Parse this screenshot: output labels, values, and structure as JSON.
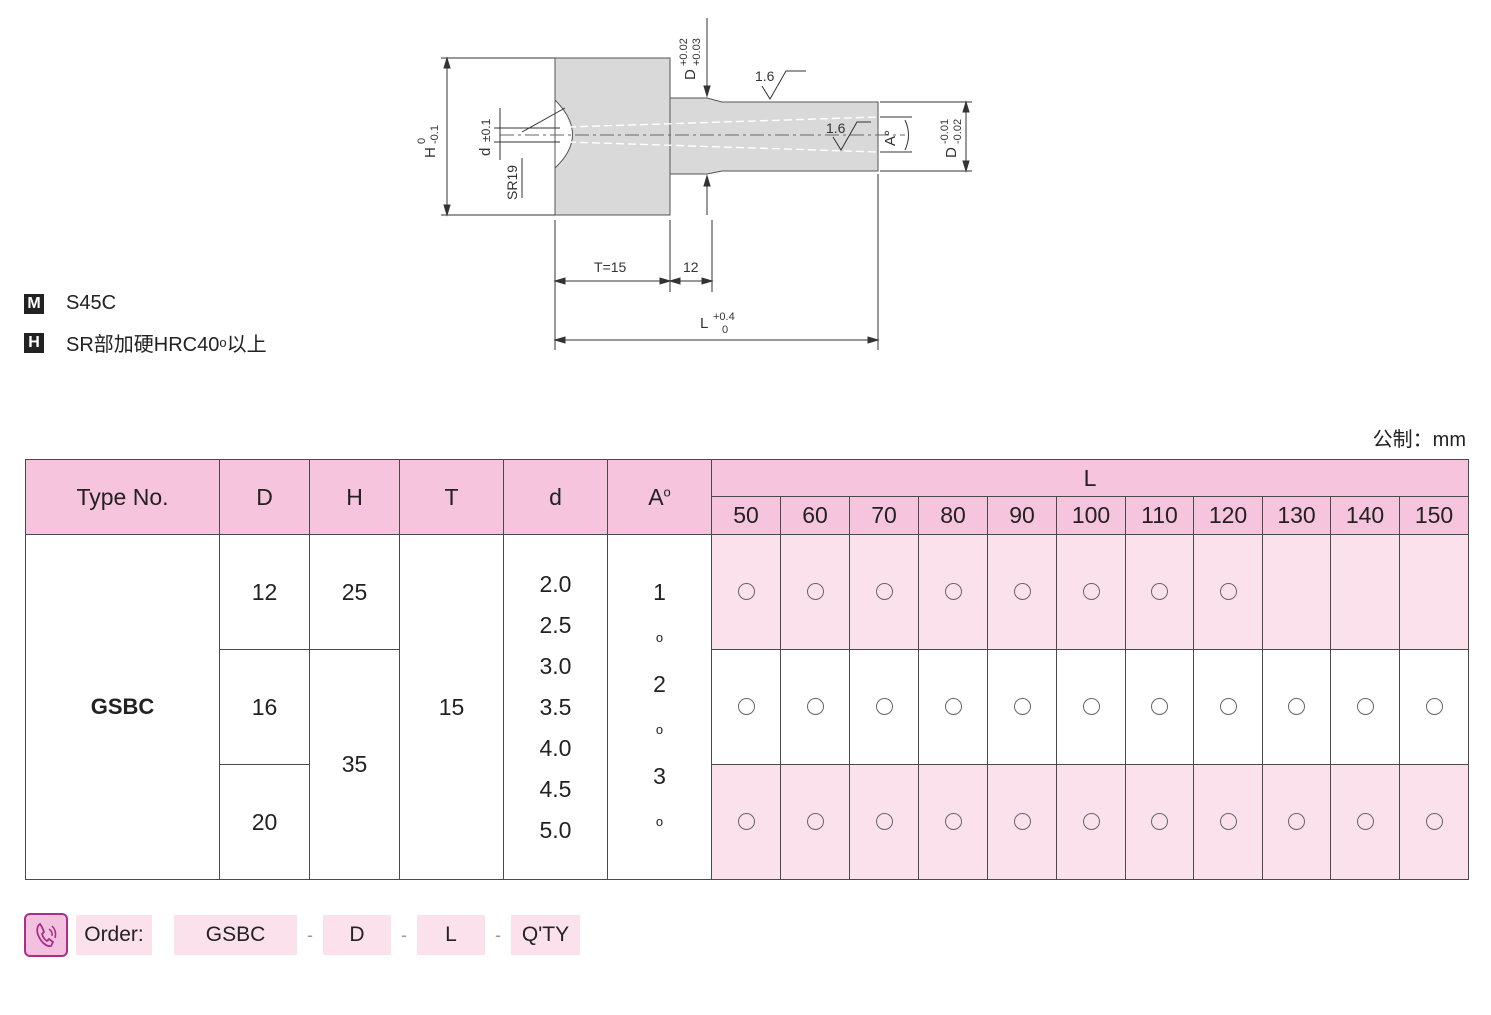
{
  "drawing": {
    "h_label": "H",
    "h_tol_upper": "0",
    "h_tol_lower": "-0.1",
    "d_label": "d",
    "d_tol": "±0.1",
    "sr_label": "SR19",
    "D_top_label": "D",
    "D_top_tol_upper": "+0.02",
    "D_top_tol_lower": "+0.03",
    "roughness_1": "1.6",
    "roughness_2": "1.6",
    "angle_label": "A°",
    "D_right_label": "D",
    "D_right_tol_upper": "-0.01",
    "D_right_tol_lower": "-0.02",
    "t_label": "T=15",
    "dim_12": "12",
    "l_label": "L",
    "l_tol_upper": "+0.4",
    "l_tol_lower": "0"
  },
  "specs": {
    "material_badge": "M",
    "material": "S45C",
    "hardness_badge": "H",
    "hardness_prefix": "SR部加硬HRC40",
    "hardness_sup": "o",
    "hardness_suffix": "以上"
  },
  "unit": "公制：mm",
  "table": {
    "headers": {
      "type": "Type No.",
      "D": "D",
      "H": "H",
      "T": "T",
      "d": "d",
      "A": "A",
      "A_sup": "o",
      "L": "L"
    },
    "L_values": [
      "50",
      "60",
      "70",
      "80",
      "90",
      "100",
      "110",
      "120",
      "130",
      "140",
      "150"
    ],
    "type_no": "GSBC",
    "rows": [
      {
        "D": "12",
        "H": "25",
        "available": [
          true,
          true,
          true,
          true,
          true,
          true,
          true,
          true,
          false,
          false,
          false
        ]
      },
      {
        "D": "16",
        "H": "35",
        "available": [
          true,
          true,
          true,
          true,
          true,
          true,
          true,
          true,
          true,
          true,
          true
        ]
      },
      {
        "D": "20",
        "available": [
          true,
          true,
          true,
          true,
          true,
          true,
          true,
          true,
          true,
          true,
          true
        ]
      }
    ],
    "T": "15",
    "d_values": [
      "2.0",
      "2.5",
      "3.0",
      "3.5",
      "4.0",
      "4.5",
      "5.0"
    ],
    "angles": [
      "1",
      "2",
      "3"
    ],
    "angle_sup": "o"
  },
  "order": {
    "label": "Order:",
    "parts": [
      "GSBC",
      "D",
      "L",
      "Q'TY"
    ],
    "separator": "-"
  }
}
